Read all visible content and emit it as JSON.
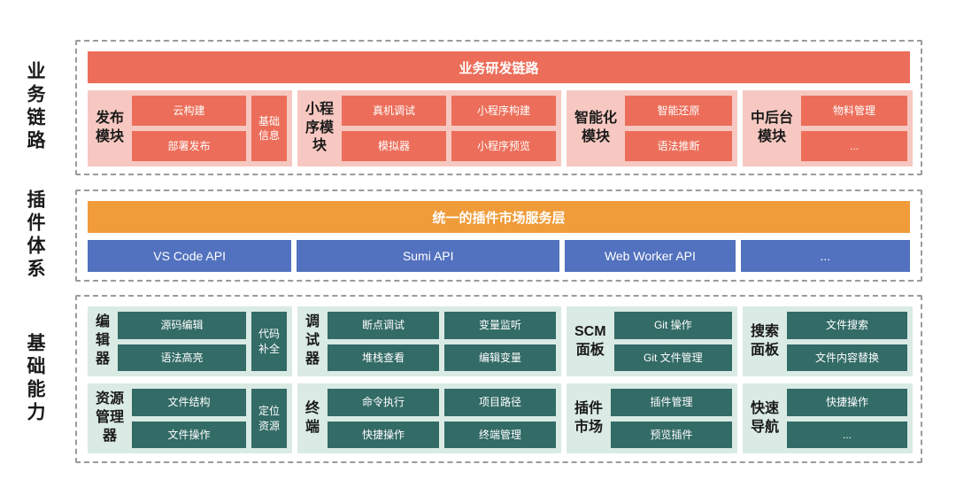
{
  "colors": {
    "red": "#EC6E5A",
    "pink": "#F6C8C1",
    "orange": "#F09C3B",
    "blue": "#5271BE",
    "teal": "#336B66",
    "tealLight": "#DAEAE4",
    "border": "#9B9B9B",
    "labelText": "#1A1A1A"
  },
  "side_labels": {
    "business": "业务链路",
    "plugin": "插件体系",
    "capability": "基础能力"
  },
  "business": {
    "header": "业务研发链路",
    "groups": [
      {
        "label_lines": [
          "发布",
          "模块"
        ],
        "items": [
          "云构建",
          "部署发布"
        ],
        "side_lines": [
          "基础",
          "信息"
        ]
      },
      {
        "label_lines": [
          "小程",
          "序模",
          "块"
        ],
        "items": [
          "真机调试",
          "小程序构建",
          "模拟器",
          "小程序预览"
        ]
      },
      {
        "label_lines": [
          "智能化",
          "模块"
        ],
        "items": [
          "智能还原",
          "语法推断"
        ]
      },
      {
        "label_lines": [
          "中后台",
          "模块"
        ],
        "items": [
          "物料管理",
          "..."
        ]
      }
    ]
  },
  "plugin": {
    "header": "统一的插件市场服务层",
    "apis": [
      "VS Code API",
      "Sumi API",
      "Web Worker API",
      "..."
    ]
  },
  "capability": {
    "rows": [
      [
        {
          "label_lines": [
            "编",
            "辑",
            "器"
          ],
          "items": [
            "源码编辑",
            "语法高亮"
          ],
          "side_lines": [
            "代码",
            "补全"
          ]
        },
        {
          "label_lines": [
            "调",
            "试",
            "器"
          ],
          "items": [
            "断点调试",
            "变量监听",
            "堆栈查看",
            "编辑变量"
          ]
        },
        {
          "label_lines": [
            "SCM",
            "面板"
          ],
          "items": [
            "Git 操作",
            "Git 文件管理"
          ]
        },
        {
          "label_lines": [
            "搜索",
            "面板"
          ],
          "items": [
            "文件搜索",
            "文件内容替换"
          ]
        }
      ],
      [
        {
          "label_lines": [
            "资源",
            "管理",
            "器"
          ],
          "items": [
            "文件结构",
            "文件操作"
          ],
          "side_lines": [
            "定位",
            "资源"
          ]
        },
        {
          "label_lines": [
            "终",
            "端"
          ],
          "items": [
            "命令执行",
            "项目路径",
            "快捷操作",
            "终端管理"
          ]
        },
        {
          "label_lines": [
            "插件",
            "市场"
          ],
          "items": [
            "插件管理",
            "预览插件"
          ]
        },
        {
          "label_lines": [
            "快速",
            "导航"
          ],
          "items": [
            "快捷操作",
            "..."
          ]
        }
      ]
    ]
  }
}
